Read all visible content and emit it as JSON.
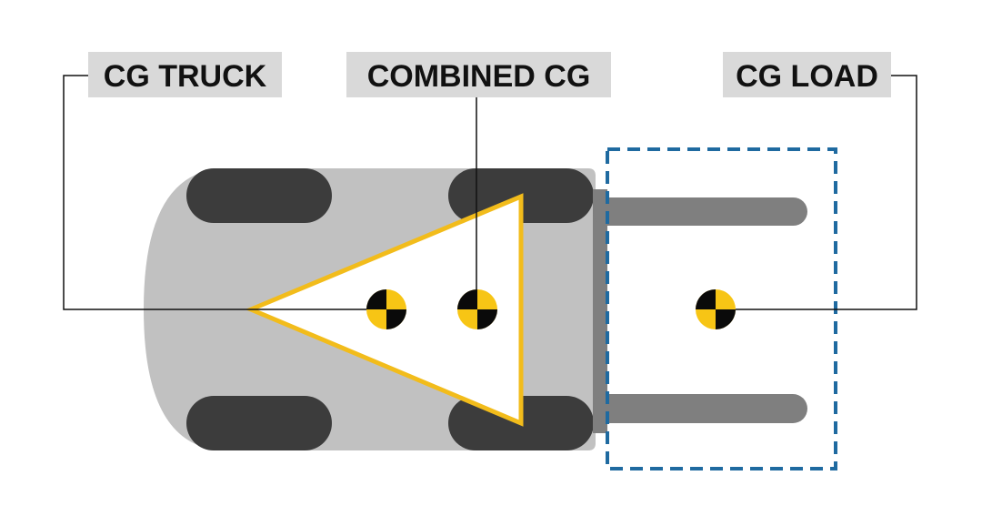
{
  "labels": {
    "cg_truck": "CG TRUCK",
    "combined_cg": "COMBINED CG",
    "cg_load": "CG LOAD"
  },
  "colors": {
    "label_bg": "#d9d9d9",
    "truck_body": "#c1c1c1",
    "wheel": "#3c3c3c",
    "mast_forks": "#7f7f7f",
    "stability_triangle": "#f2bc1b",
    "load_outline": "#1f6aa0",
    "cg_yellow": "#f7c515",
    "cg_black": "#0a0a0a"
  }
}
